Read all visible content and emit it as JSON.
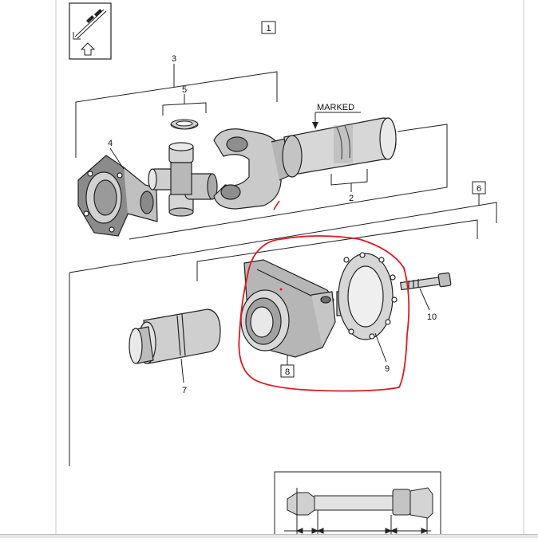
{
  "callouts": {
    "c1": "1",
    "c2": "2",
    "c3": "3",
    "c4": "4",
    "c5": "5",
    "c6": "6",
    "c7": "7",
    "c8": "8",
    "c9": "9",
    "c10": "10"
  },
  "marked_label": "MARKED",
  "highlight_color": "#e0191f",
  "line_color": "#1a1a1a"
}
